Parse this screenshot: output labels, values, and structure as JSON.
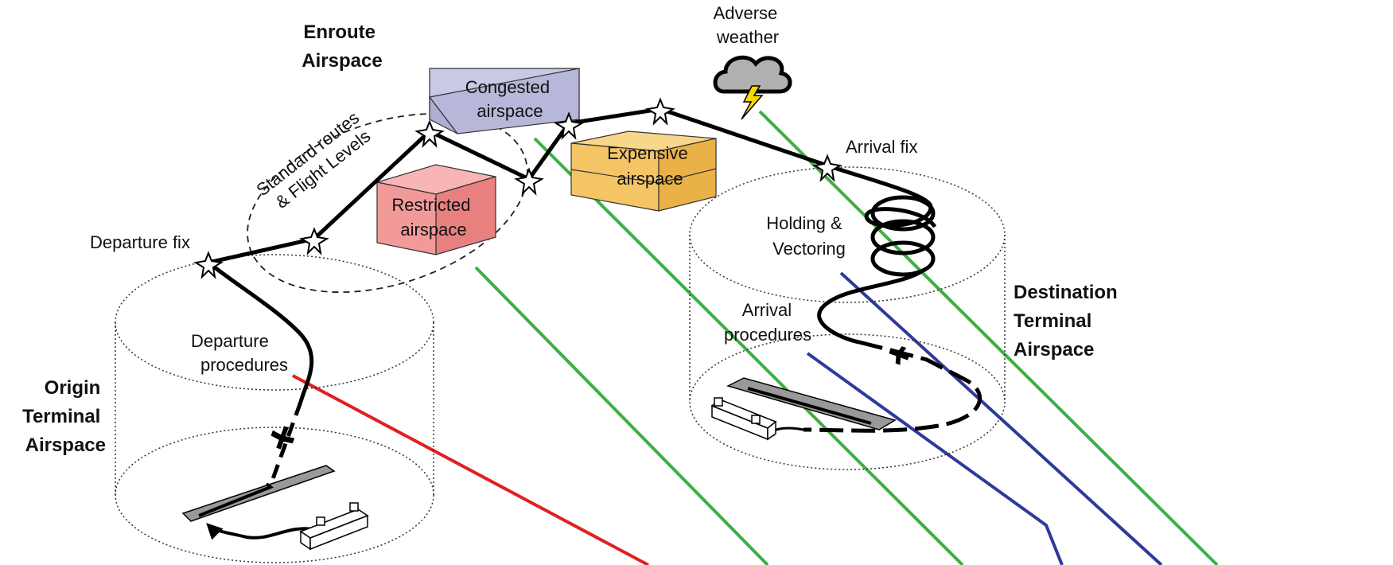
{
  "labels": {
    "enroute_1": "Enroute",
    "enroute_2": "Airspace",
    "standard_routes_1": "Standard routes",
    "standard_routes_2": "& Flight Levels",
    "congested_1": "Congested",
    "congested_2": "airspace",
    "restricted_1": "Restricted",
    "restricted_2": "airspace",
    "expensive_1": "Expensive",
    "expensive_2": "airspace",
    "adverse_1": "Adverse",
    "adverse_2": "weather",
    "departure_fix": "Departure fix",
    "arrival_fix": "Arrival fix",
    "departure_proc_1": "Departure",
    "departure_proc_2": "procedures",
    "holding_1": "Holding &",
    "holding_2": "Vectoring",
    "arrival_proc_1": "Arrival",
    "arrival_proc_2": "procedures",
    "origin_1": "Origin",
    "origin_2": "Terminal",
    "origin_3": "Airspace",
    "dest_1": "Destination",
    "dest_2": "Terminal",
    "dest_3": "Airspace"
  },
  "colors": {
    "congested": "#c9c9e6",
    "restricted": "#f29a9a",
    "expensive": "#f5c565",
    "red_line": "#e02020",
    "green_line": "#3cb043",
    "blue_line": "#2e3a9a",
    "bolt": "#f5d800",
    "cloud": "#b0b0b0"
  }
}
